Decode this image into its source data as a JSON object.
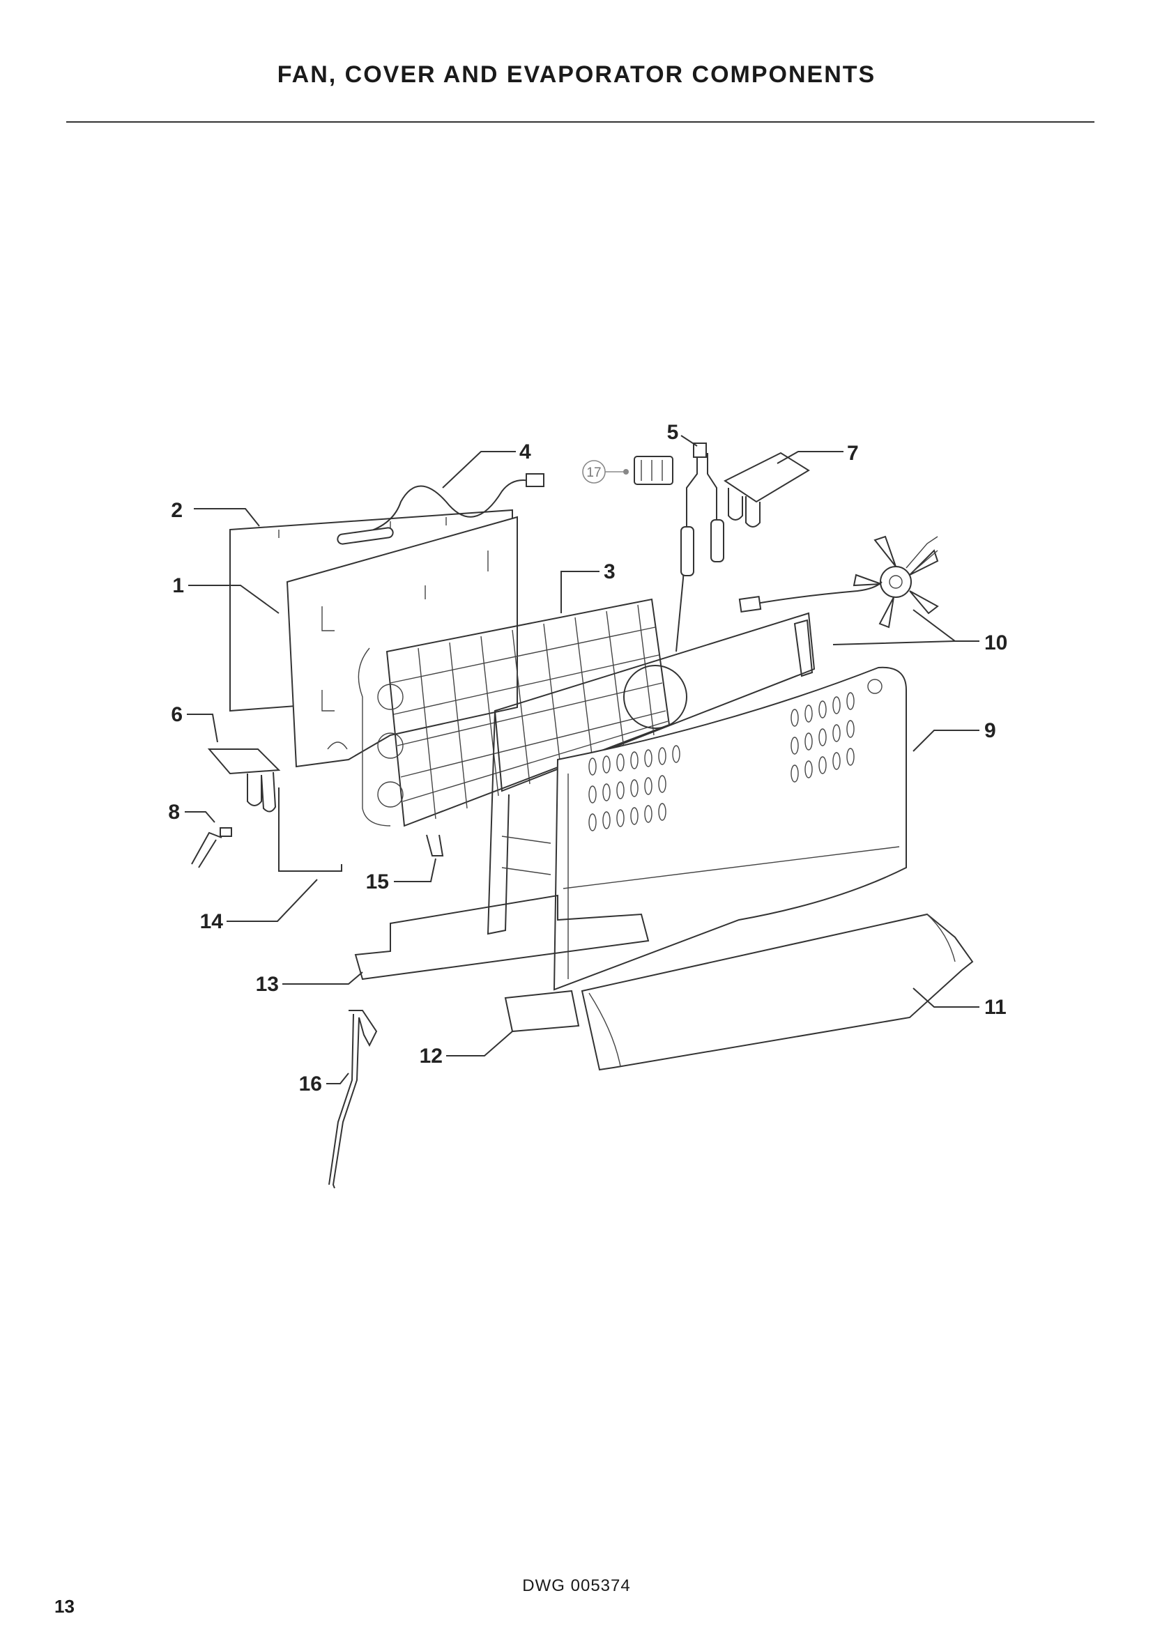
{
  "page": {
    "title": "FAN, COVER AND EVAPORATOR COMPONENTS",
    "drawing_number": "DWG 005374",
    "page_number": "13"
  },
  "callouts": [
    {
      "label": "1"
    },
    {
      "label": "2"
    },
    {
      "label": "3"
    },
    {
      "label": "4"
    },
    {
      "label": "5"
    },
    {
      "label": "6"
    },
    {
      "label": "7"
    },
    {
      "label": "8"
    },
    {
      "label": "9"
    },
    {
      "label": "10"
    },
    {
      "label": "11"
    },
    {
      "label": "12"
    },
    {
      "label": "13"
    },
    {
      "label": "14"
    },
    {
      "label": "15"
    },
    {
      "label": "16"
    },
    {
      "label": "17"
    }
  ]
}
